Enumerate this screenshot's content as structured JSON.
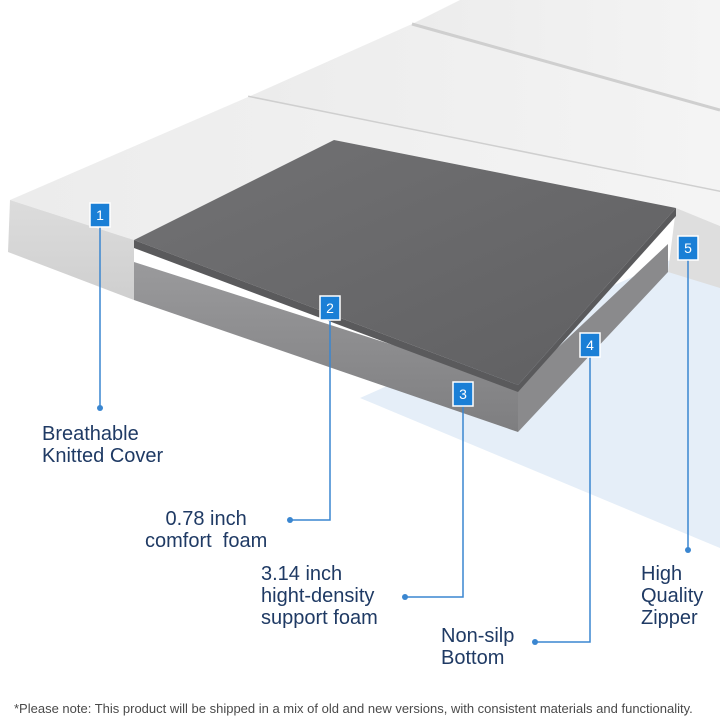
{
  "callouts": [
    {
      "number": "1",
      "label": "Breathable\nKnitted Cover"
    },
    {
      "number": "2",
      "label": "0.78 inch\ncomfort  foam"
    },
    {
      "number": "3",
      "label": "3.14 inch\nhight-density\nsupport foam"
    },
    {
      "number": "4",
      "label": "Non-silp\nBottom"
    },
    {
      "number": "5",
      "label": "High\nQuality\nZipper"
    }
  ],
  "footnote": "*Please note: This product will be shipped in a mix of old and new versions, with consistent materials and functionality.",
  "colors": {
    "accent": "#1a7fd6",
    "label_text": "#1f3a64",
    "leader_line": "#3a86d0",
    "background_band": "#e5eef8",
    "cover_white": "#e8e8e8",
    "foam_top": "#6e6e70",
    "foam_side": "#8c8c8e"
  }
}
